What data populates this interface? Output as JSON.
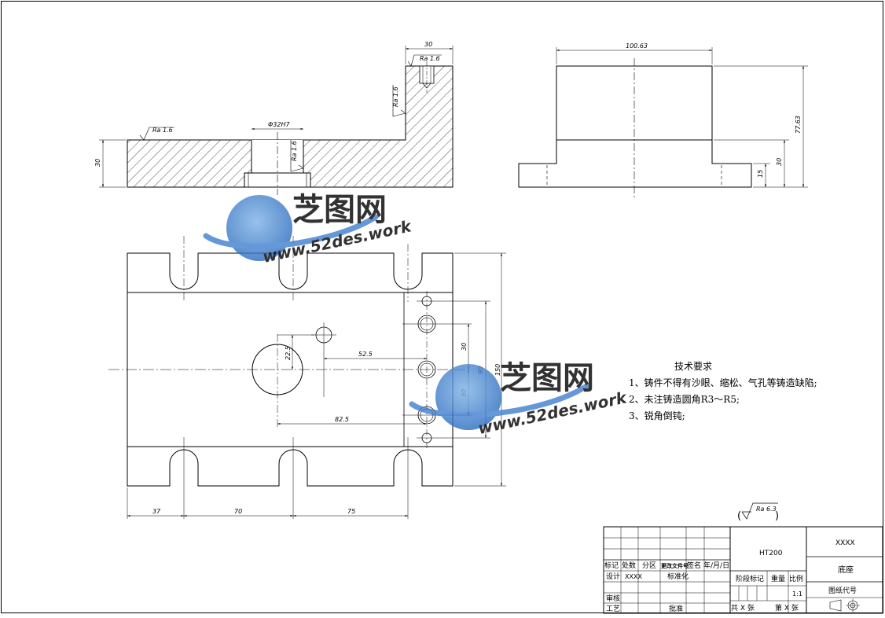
{
  "drawing": {
    "front_view": {
      "dim_top_width": "30",
      "dim_left_height": "30",
      "bore_label": "Φ32H7",
      "roughness_top": "Ra 1.6",
      "roughness_side": "Ra 1.6",
      "roughness_left": "Ra 1.6",
      "roughness_bore": "Ra 1.6"
    },
    "side_view": {
      "dim_width": "100.63",
      "dim_total_height": "77.63",
      "dim_mid_height": "30",
      "dim_low_height": "15"
    },
    "top_view": {
      "dim_hole_offset": "22.5",
      "dim_hole_dx": "52.5",
      "dim_bore_dx": "82.5",
      "dim_upper_spacing": "30",
      "dim_lower_spacing": "30",
      "dim_hole_span": "90",
      "dim_overall_height": "150",
      "dim_bottom": [
        "37",
        "70",
        "75"
      ]
    },
    "general_roughness": "Ra 6.3"
  },
  "technical_requirements": {
    "title": "技术要求",
    "items": [
      "1、铸件不得有沙眼、缩松、气孔等铸造缺陷;",
      "2、未注铸造圆角R3～R5;",
      "3、锐角倒钝;"
    ]
  },
  "title_block": {
    "material": "HT200",
    "company": "XXXX",
    "part_name": "底座",
    "drawing_code": "图纸代号",
    "stage_mark": "阶段标记",
    "weight": "重量",
    "scale_label": "比例",
    "scale": "1:1",
    "headers": [
      "标记",
      "处数",
      "分区",
      "更改文件号",
      "签名",
      "年/月/日"
    ],
    "design_label": "设计",
    "designer": "XXXX",
    "standardize_label": "标准化",
    "review_label": "审核",
    "process_label": "工艺",
    "approve_label": "批准",
    "sheets_total": "共 X 张",
    "sheet_no": "第 X 张"
  },
  "watermark": {
    "brand": "芝图网",
    "url": "www.52des.work"
  }
}
